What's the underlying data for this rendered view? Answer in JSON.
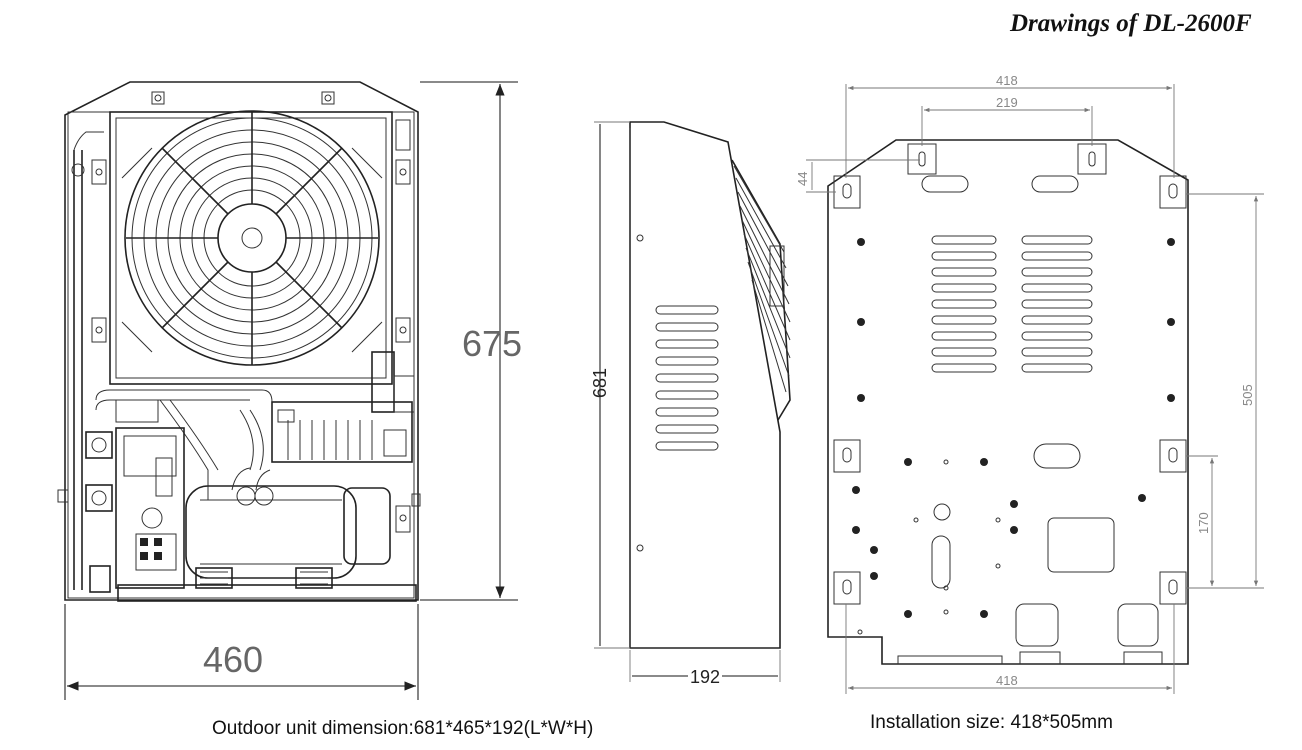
{
  "title": "Drawings of DL-2600F",
  "captions": {
    "outdoor": "Outdoor unit dimension:681*465*192(L*W*H)",
    "installation": "Installation size: 418*505mm"
  },
  "front_view": {
    "height_label": "675",
    "width_label": "460"
  },
  "side_view": {
    "height_label": "681",
    "depth_label": "192"
  },
  "mounting_view": {
    "top_width_label": "418",
    "inner_width_label": "219",
    "offset_label": "44",
    "height_label": "505",
    "lower_label": "170",
    "bottom_width_label": "418"
  }
}
